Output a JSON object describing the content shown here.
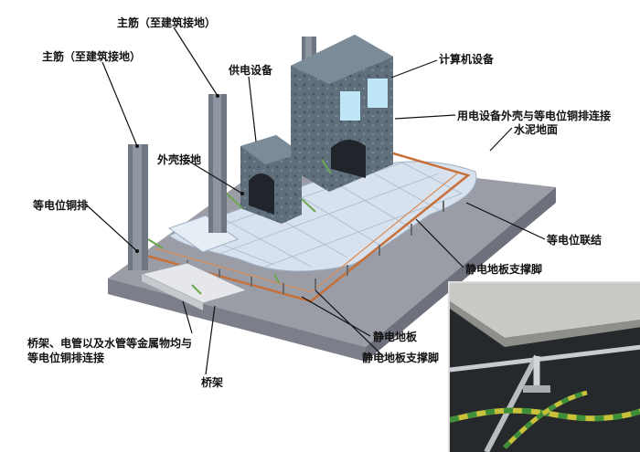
{
  "labels": {
    "main_rebar_top": "主筋（至建筑接地）",
    "main_rebar_left": "主筋（至建筑接地）",
    "power_equipment": "供电设备",
    "computer_equipment": "计算机设备",
    "enclosure_ground": "外壳接地",
    "shell_bond": "用电设备外壳与等电位铜排连接",
    "cement_floor": "水泥地面",
    "equipotential_busbar": "等电位铜排",
    "equipotential_bond": "等电位联结",
    "support_leg_right": "静电地板支撑脚",
    "bridge_metal": "桥架、电管以及水管等金属物均与等电位铜排连接",
    "antistatic_floor": "静电地板",
    "support_leg_bottom": "静电地板支撑脚",
    "cable_tray": "桥架"
  },
  "colors": {
    "slab_top": "#9a9ca6",
    "slab_side": "#6e707c",
    "floor_tile": "#d8e2ee",
    "cabinet": "#5a6a78",
    "screen": "#bfe6f7",
    "copper": "#c8703a",
    "ground_wire": "#6aa84f"
  }
}
